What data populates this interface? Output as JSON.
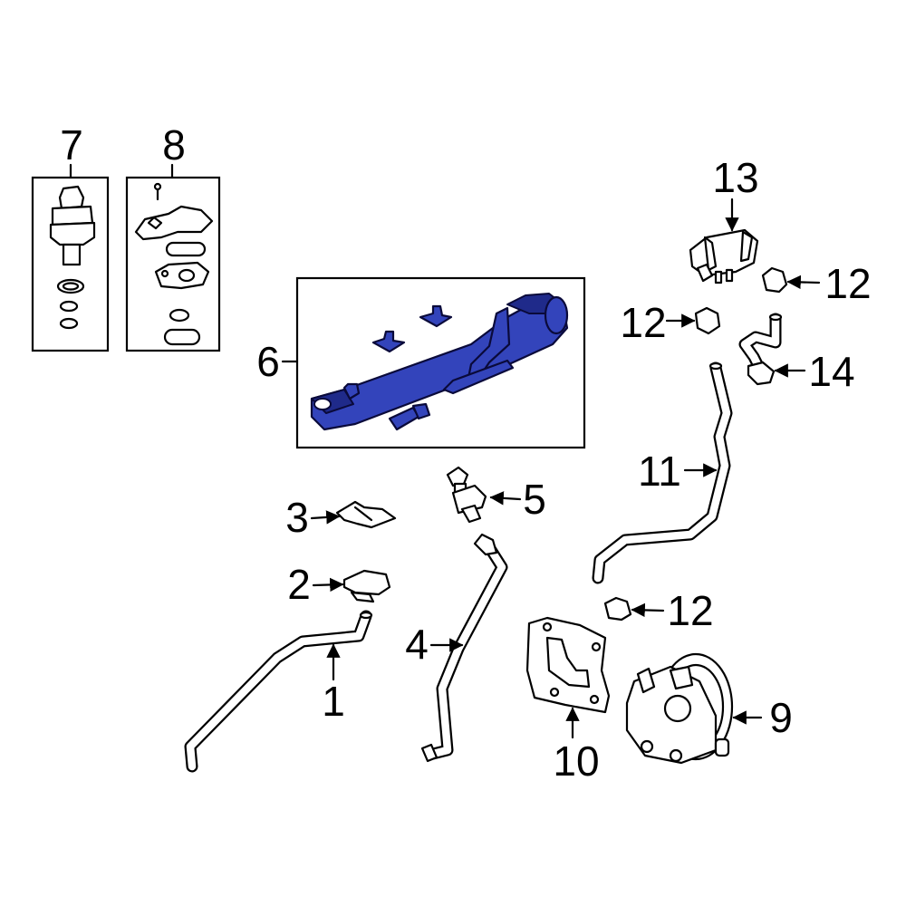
{
  "colors": {
    "highlight": "#3344bb",
    "highlight_dark": "#1f2a8a",
    "line": "#000000"
  },
  "callouts": {
    "p1": "1",
    "p2": "2",
    "p3": "3",
    "p4": "4",
    "p5": "5",
    "p6": "6",
    "p7": "7",
    "p8": "8",
    "p9": "9",
    "p10": "10",
    "p11": "11",
    "p12a": "12",
    "p12b": "12",
    "p12c": "12",
    "p13": "13",
    "p14": "14"
  }
}
